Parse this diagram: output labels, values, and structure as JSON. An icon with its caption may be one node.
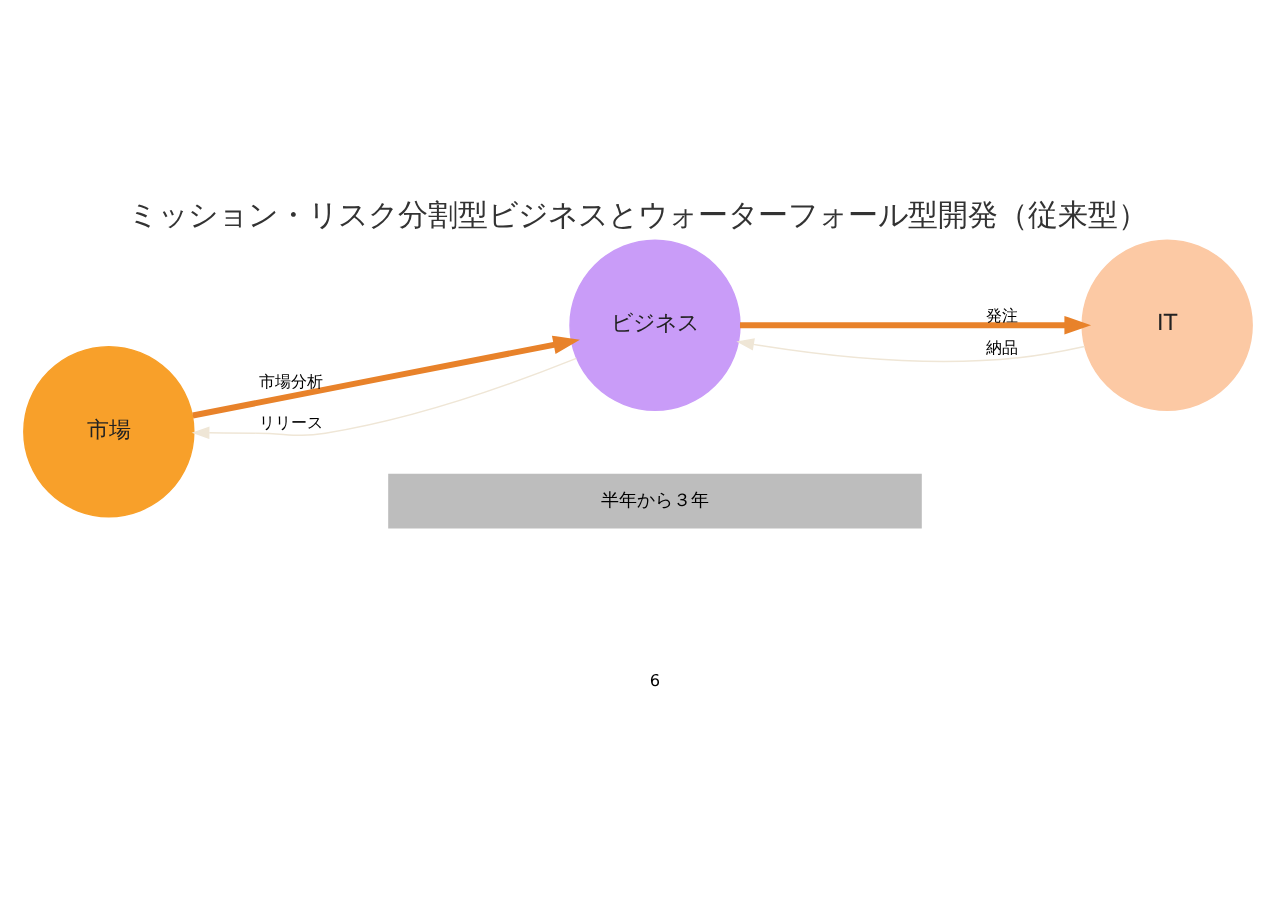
{
  "diagram": {
    "title": "ミッション・リスク分割型ビジネスとウォーターフォール型開発（従来型）",
    "nodes": [
      {
        "text": [
          "市場"
        ]
      },
      {
        "text": [
          "ビジネス"
        ]
      },
      {
        "text": [
          "IT"
        ]
      }
    ],
    "edges": [
      {
        "from": 0,
        "to": 1,
        "arrow": "to",
        "label": "市場分析",
        "style": "thick"
      },
      {
        "from": 1,
        "to": 2,
        "arrow": "to",
        "label": "発注",
        "style": "thick"
      },
      {
        "from": 2,
        "to": 1,
        "arrow": "to",
        "label": "納品",
        "color": "#efe6d6"
      },
      {
        "from": 1,
        "to": 0,
        "arrow": "to",
        "label": "リリース",
        "color": "#efe6d6"
      }
    ],
    "labels": [
      "半年から３年",
      "6"
    ]
  }
}
